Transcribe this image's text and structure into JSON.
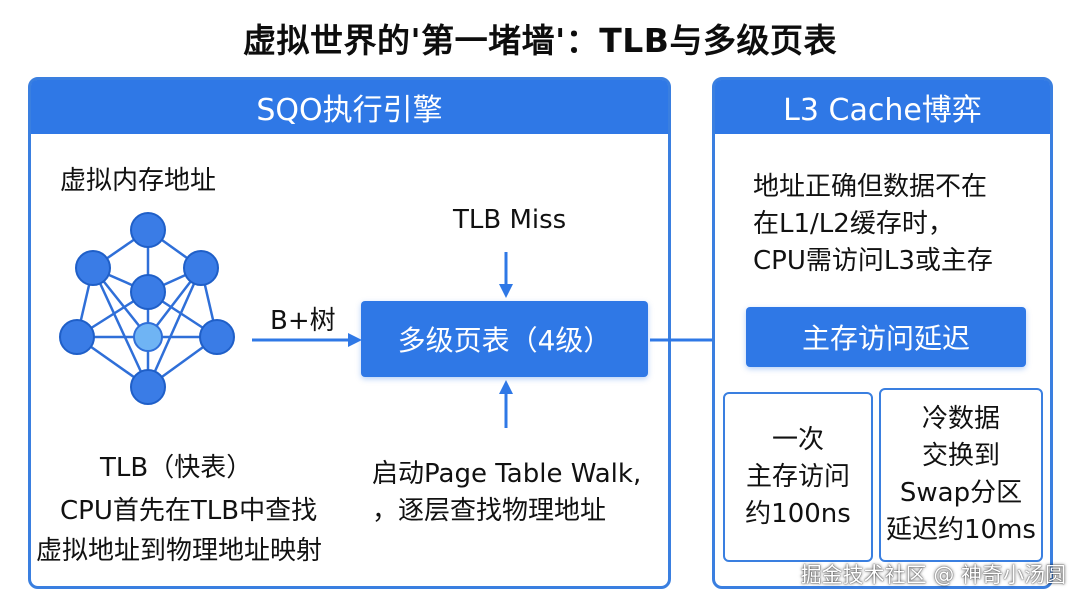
{
  "title": "虚拟世界的'第一堵墙'：TLB与多级页表",
  "left_panel": {
    "header": "SQO执行引擎",
    "virtual_address_label": "虚拟内存地址",
    "btree_label": "B+树",
    "tlb_label": "TLB（快表）",
    "tlb_desc_lines": [
      "CPU首先在TLB中查找",
      "虚拟地址到物理地址映射"
    ],
    "tlb_miss_label": "TLB Miss",
    "page_table_label": "多级页表（4级）",
    "walk_lines": [
      "启动Page Table Walk,",
      "，逐层查找物理地址"
    ]
  },
  "right_panel": {
    "header": "L3 Cache博弈",
    "desc_lines": [
      "地址正确但数据不在",
      "在L1/L2缓存时，",
      "CPU需访问L3或主存"
    ],
    "latency_label": "主存访问延迟",
    "box1_lines": [
      "一次",
      "主存访问",
      "约100ns"
    ],
    "box2_lines": [
      "冷数据",
      "交换到",
      "Swap分区",
      "延迟约10ms"
    ]
  },
  "watermark": "掘金技术社区 @ 神奇小汤圆",
  "colors": {
    "accent": "#2f78e6",
    "border": "#3a7fe0",
    "node": "#3a7ce6",
    "node_center": "#6fb4f4"
  },
  "icons": [
    "neural-network-icon"
  ]
}
